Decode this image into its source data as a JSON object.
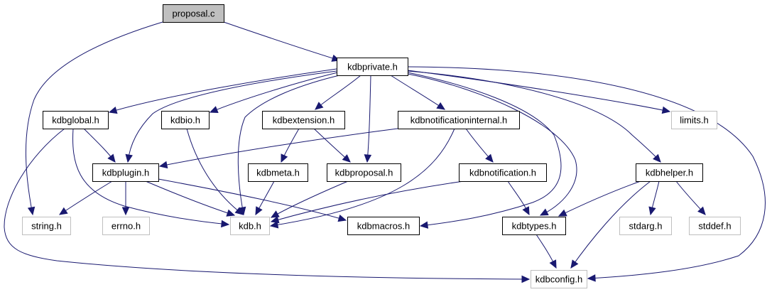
{
  "diagram": {
    "title": "proposal.c include dependency graph",
    "colors": {
      "edge": "#191970",
      "root_fill": "#bfbfbf",
      "root_border": "#000000",
      "documented_border": "#000000",
      "undocumented_border": "#bfbfbf",
      "node_fill": "#ffffff"
    },
    "nodes": [
      {
        "id": "proposal_c",
        "label": "proposal.c",
        "kind": "root"
      },
      {
        "id": "kdbprivate_h",
        "label": "kdbprivate.h",
        "kind": "documented"
      },
      {
        "id": "kdbglobal_h",
        "label": "kdbglobal.h",
        "kind": "documented"
      },
      {
        "id": "kdbio_h",
        "label": "kdbio.h",
        "kind": "documented"
      },
      {
        "id": "kdbextension_h",
        "label": "kdbextension.h",
        "kind": "documented"
      },
      {
        "id": "kdbnotificationinternal_h",
        "label": "kdbnotificationinternal.h",
        "kind": "documented"
      },
      {
        "id": "limits_h",
        "label": "limits.h",
        "kind": "external"
      },
      {
        "id": "kdbplugin_h",
        "label": "kdbplugin.h",
        "kind": "documented"
      },
      {
        "id": "kdbmeta_h",
        "label": "kdbmeta.h",
        "kind": "documented"
      },
      {
        "id": "kdbproposal_h",
        "label": "kdbproposal.h",
        "kind": "documented"
      },
      {
        "id": "kdbnotification_h",
        "label": "kdbnotification.h",
        "kind": "documented"
      },
      {
        "id": "kdbhelper_h",
        "label": "kdbhelper.h",
        "kind": "documented"
      },
      {
        "id": "string_h",
        "label": "string.h",
        "kind": "external"
      },
      {
        "id": "errno_h",
        "label": "errno.h",
        "kind": "external"
      },
      {
        "id": "kdb_h",
        "label": "kdb.h",
        "kind": "external"
      },
      {
        "id": "kdbmacros_h",
        "label": "kdbmacros.h",
        "kind": "documented"
      },
      {
        "id": "kdbtypes_h",
        "label": "kdbtypes.h",
        "kind": "documented"
      },
      {
        "id": "stdarg_h",
        "label": "stdarg.h",
        "kind": "external"
      },
      {
        "id": "stddef_h",
        "label": "stddef.h",
        "kind": "external"
      },
      {
        "id": "kdbconfig_h",
        "label": "kdbconfig.h",
        "kind": "external"
      }
    ],
    "edges": [
      {
        "from": "proposal_c",
        "to": "kdbprivate_h"
      },
      {
        "from": "proposal_c",
        "to": "string_h"
      },
      {
        "from": "kdbprivate_h",
        "to": "kdbglobal_h"
      },
      {
        "from": "kdbprivate_h",
        "to": "kdbio_h"
      },
      {
        "from": "kdbprivate_h",
        "to": "kdbextension_h"
      },
      {
        "from": "kdbprivate_h",
        "to": "kdbnotificationinternal_h"
      },
      {
        "from": "kdbprivate_h",
        "to": "limits_h"
      },
      {
        "from": "kdbprivate_h",
        "to": "kdbplugin_h"
      },
      {
        "from": "kdbprivate_h",
        "to": "kdbproposal_h"
      },
      {
        "from": "kdbprivate_h",
        "to": "kdb_h"
      },
      {
        "from": "kdbprivate_h",
        "to": "kdbhelper_h"
      },
      {
        "from": "kdbprivate_h",
        "to": "kdbmacros_h"
      },
      {
        "from": "kdbprivate_h",
        "to": "kdbtypes_h"
      },
      {
        "from": "kdbprivate_h",
        "to": "kdbconfig_h"
      },
      {
        "from": "kdbglobal_h",
        "to": "kdbplugin_h"
      },
      {
        "from": "kdbglobal_h",
        "to": "kdb_h"
      },
      {
        "from": "kdbglobal_h",
        "to": "kdbconfig_h"
      },
      {
        "from": "kdbio_h",
        "to": "kdb_h"
      },
      {
        "from": "kdbextension_h",
        "to": "kdbmeta_h"
      },
      {
        "from": "kdbextension_h",
        "to": "kdbproposal_h"
      },
      {
        "from": "kdbnotificationinternal_h",
        "to": "kdbplugin_h"
      },
      {
        "from": "kdbnotificationinternal_h",
        "to": "kdbnotification_h"
      },
      {
        "from": "kdbnotificationinternal_h",
        "to": "kdb_h"
      },
      {
        "from": "kdbplugin_h",
        "to": "string_h"
      },
      {
        "from": "kdbplugin_h",
        "to": "errno_h"
      },
      {
        "from": "kdbplugin_h",
        "to": "kdb_h"
      },
      {
        "from": "kdbplugin_h",
        "to": "kdbmacros_h"
      },
      {
        "from": "kdbmeta_h",
        "to": "kdb_h"
      },
      {
        "from": "kdbproposal_h",
        "to": "kdb_h"
      },
      {
        "from": "kdbnotification_h",
        "to": "kdb_h"
      },
      {
        "from": "kdbnotification_h",
        "to": "kdbtypes_h"
      },
      {
        "from": "kdbhelper_h",
        "to": "kdbtypes_h"
      },
      {
        "from": "kdbhelper_h",
        "to": "stdarg_h"
      },
      {
        "from": "kdbhelper_h",
        "to": "stddef_h"
      },
      {
        "from": "kdbhelper_h",
        "to": "kdbconfig_h"
      },
      {
        "from": "kdbtypes_h",
        "to": "kdbconfig_h"
      }
    ]
  }
}
